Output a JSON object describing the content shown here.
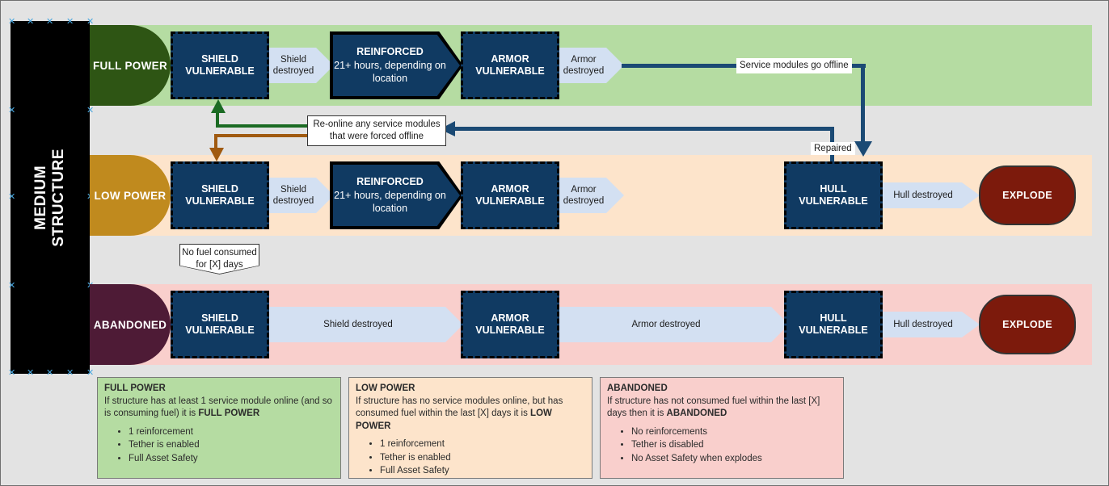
{
  "diagram": {
    "structure_label": "MEDIUM\nSTRUCTURE",
    "structure_label_line1": "MEDIUM",
    "structure_label_line2": "STRUCTURE"
  },
  "rows": {
    "full_power": {
      "label": "FULL POWER",
      "band_color": "#b5dca2",
      "pill_color": "#2e5514",
      "shield_node": "SHIELD\nVULNERABLE",
      "shield_node_l1": "SHIELD",
      "shield_node_l2": "VULNERABLE",
      "shield_transition": "Shield\ndestroyed",
      "shield_transition_l1": "Shield",
      "shield_transition_l2": "destroyed",
      "reinforced_title": "REINFORCED",
      "reinforced_sub": "21+ hours, depending on location",
      "armor_node_l1": "ARMOR",
      "armor_node_l2": "VULNERABLE",
      "armor_transition_l1": "Armor",
      "armor_transition_l2": "destroyed"
    },
    "low_power": {
      "label": "LOW POWER",
      "band_color": "#fde4cb",
      "pill_color": "#c08a1e",
      "shield_node_l1": "SHIELD",
      "shield_node_l2": "VULNERABLE",
      "shield_transition_l1": "Shield",
      "shield_transition_l2": "destroyed",
      "reinforced_title": "REINFORCED",
      "reinforced_sub": "21+ hours, depending on location",
      "armor_node_l1": "ARMOR",
      "armor_node_l2": "VULNERABLE",
      "armor_transition_l1": "Armor",
      "armor_transition_l2": "destroyed",
      "hull_node_l1": "HULL",
      "hull_node_l2": "VULNERABLE",
      "hull_transition": "Hull destroyed",
      "explode": "EXPLODE"
    },
    "abandoned": {
      "label": "ABANDONED",
      "band_color": "#f9cfcc",
      "pill_color": "#4e1b36",
      "shield_node_l1": "SHIELD",
      "shield_node_l2": "VULNERABLE",
      "shield_transition": "Shield destroyed",
      "armor_node_l1": "ARMOR",
      "armor_node_l2": "VULNERABLE",
      "armor_transition": "Armor destroyed",
      "hull_node_l1": "HULL",
      "hull_node_l2": "VULNERABLE",
      "hull_transition": "Hull destroyed",
      "explode": "EXPLODE"
    }
  },
  "annotations": {
    "service_modules_offline": "Service modules go offline",
    "repaired": "Repaired",
    "reonline_l1": "Re-online any service modules",
    "reonline_l2": "that were forced offline",
    "no_fuel_l1": "No fuel consumed",
    "no_fuel_l2": "for [X] days"
  },
  "legend": {
    "full_power": {
      "title": "FULL POWER",
      "body_pre": "If structure has at least 1 service module online (and so is consuming fuel) it is ",
      "body_bold": "FULL POWER",
      "bullets": [
        "1 reinforcement",
        "Tether is enabled",
        "Full Asset Safety"
      ]
    },
    "low_power": {
      "title": "LOW POWER",
      "body_pre": "If structure has no service modules online, but has consumed fuel within the last [X] days it is ",
      "body_bold": "LOW POWER",
      "bullets": [
        "1 reinforcement",
        "Tether is enabled",
        "Full Asset Safety"
      ]
    },
    "abandoned": {
      "title": "ABANDONED",
      "body_pre": "If structure has not consumed fuel within the last [X] days then it is ",
      "body_bold": "ABANDONED",
      "bullets": [
        "No reinforcements",
        "Tether is disabled",
        "No Asset Safety when explodes"
      ]
    }
  },
  "colors": {
    "node_blue": "#103a62",
    "chevron_blue": "#d3e0f2",
    "explode_red": "#7c1a0c",
    "connector_blue": "#1b4a74",
    "connector_green": "#1b6b23",
    "connector_brown": "#a05a10",
    "canvas_bg": "#e3e3e3"
  }
}
